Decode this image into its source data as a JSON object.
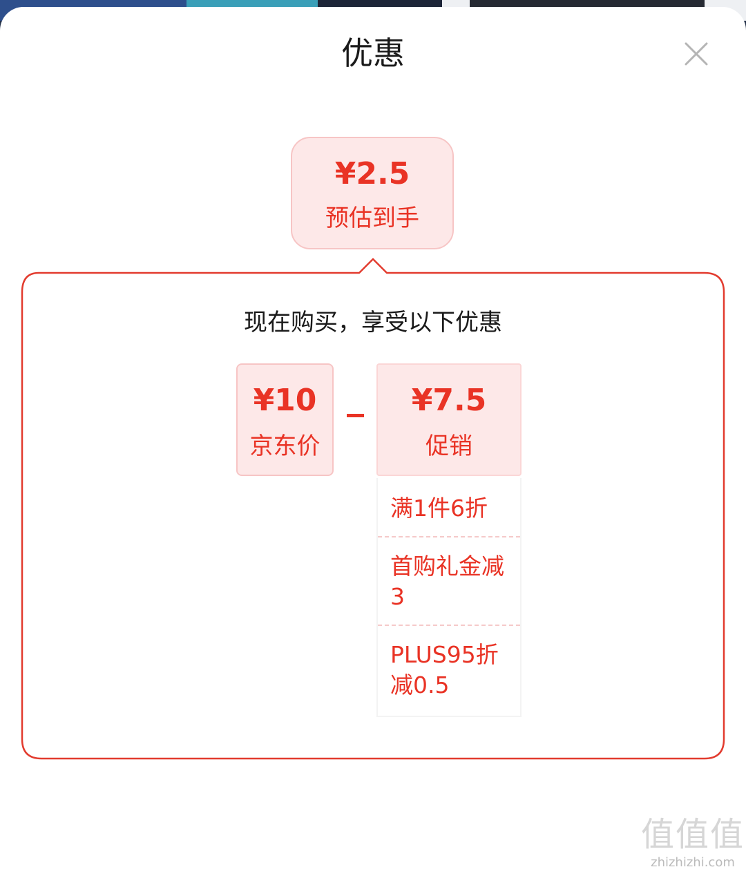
{
  "sheet": {
    "title": "优惠",
    "close_icon": "close-icon"
  },
  "estimate": {
    "amount": "¥2.5",
    "label": "预估到手"
  },
  "breakdown": {
    "subtitle": "现在购买，享受以下优惠",
    "base_price": {
      "amount": "¥10",
      "label": "京东价"
    },
    "operator": "minus",
    "promotion": {
      "amount": "¥7.5",
      "label": "促销"
    },
    "promotion_items": [
      "满1件6折",
      "首购礼金减3",
      "PLUS95折减0.5"
    ]
  },
  "watermark": {
    "glyphs": "值值值",
    "url": "zhizhizhi.com"
  },
  "colors": {
    "accent": "#e93325",
    "pink_bg": "#fde8e8",
    "panel_border": "#e23b2e"
  }
}
